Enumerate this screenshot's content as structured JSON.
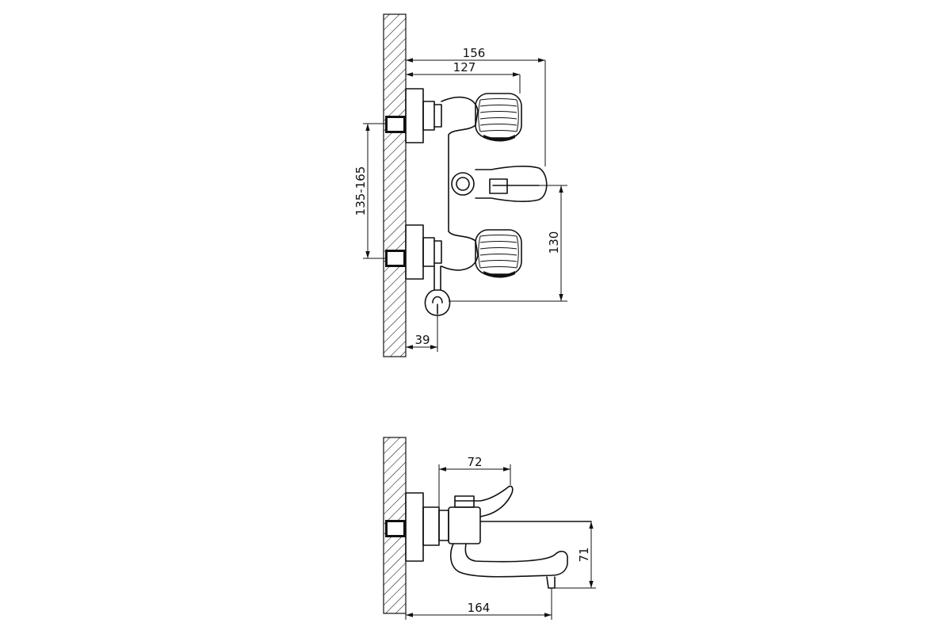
{
  "views": {
    "front": {
      "dimensions": {
        "overall_depth": "156",
        "handle_depth": "127",
        "inlet_spacing": "135-165",
        "outlet_height": "130",
        "holder_offset": "39"
      }
    },
    "side": {
      "dimensions": {
        "lever_length": "72",
        "spout_drop": "71",
        "spout_projection": "164"
      }
    }
  },
  "colors": {
    "line": "#111111",
    "background": "#ffffff"
  }
}
